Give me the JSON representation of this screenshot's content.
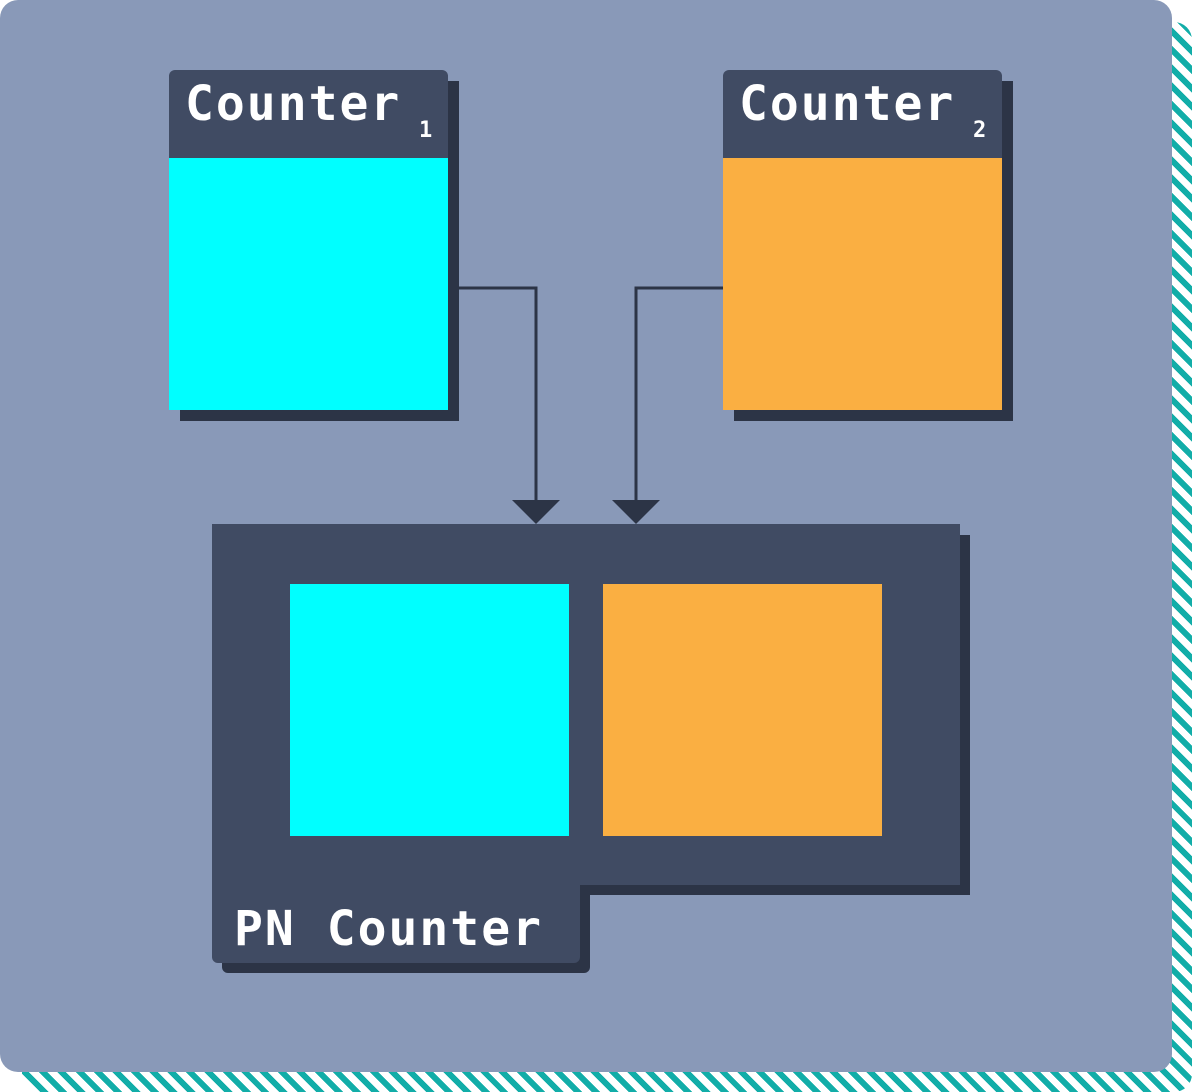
{
  "counter1": {
    "title": "Counter",
    "subscript": "1",
    "color": "#00ffff"
  },
  "counter2": {
    "title": "Counter",
    "subscript": "2",
    "color": "#faaf42"
  },
  "pn_counter": {
    "label": "PN Counter"
  },
  "colors": {
    "panel": "#8999b8",
    "header": "#404b63",
    "shadow": "#2c3446",
    "hatch": "#12ada8"
  }
}
